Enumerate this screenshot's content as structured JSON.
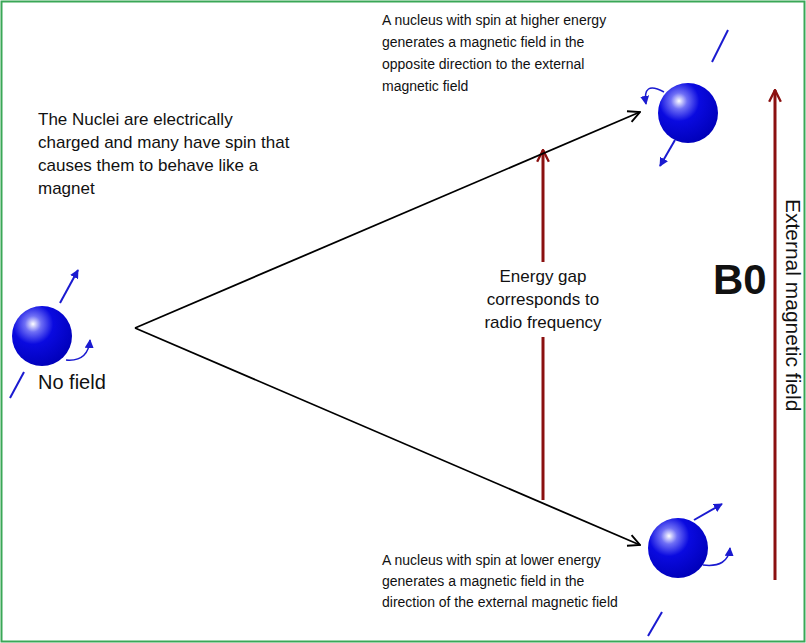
{
  "diagram": {
    "nodes": [
      {
        "text": [
          "No field"
        ]
      },
      {
        "text": [
          "A nucleus with spin at higher energy generates a magnetic field in the opposite direction to the external magnetic field"
        ]
      },
      {
        "text": [
          "A nucleus with spin at lower energy generates a magnetic field in the direction of the external magnetic field"
        ]
      }
    ],
    "edges": [
      {
        "from": 0,
        "to": 1,
        "arrow": "to"
      },
      {
        "from": 0,
        "to": 2,
        "arrow": "to"
      }
    ],
    "labels": [
      "The Nuclei are electrically charged and many have spin that causes them to behave like a magnet",
      "Energy gap corresponds to radio frequency",
      "B0",
      "External magnetic field"
    ]
  }
}
